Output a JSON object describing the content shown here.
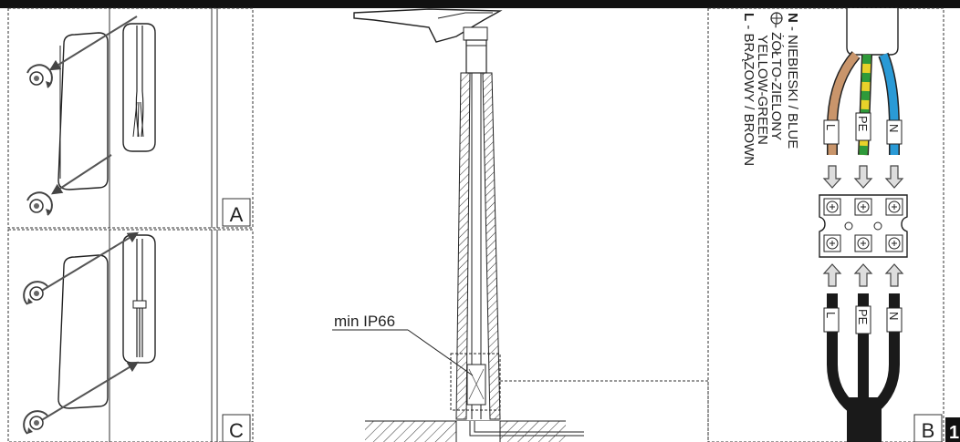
{
  "panels": {
    "a_label": "A",
    "c_label": "C",
    "b_label": "B",
    "page_number": "1"
  },
  "callout": {
    "ip_rating": "min IP66"
  },
  "wire_legend": {
    "n_code": "N",
    "n_text": " - NIEBIESKI / BLUE",
    "pe_text_pl": " - ŻÓŁTO-ZIELONY",
    "pe_text_en": "   YELLOW-GREEN",
    "l_code": "L",
    "l_text": " - BRĄZOWY / BROWN"
  },
  "wire_tags": {
    "l": "L",
    "pe": "PE",
    "n": "N"
  },
  "colors": {
    "brown_wire": "#c9956b",
    "blue_wire": "#2a9ad6",
    "yellow_green_stripe_1": "#e8d22a",
    "yellow_green_stripe_2": "#2e9a3a",
    "black_cable": "#1a1a1a",
    "line": "#222222"
  },
  "icons": [
    "screw-icon",
    "rotate-arrow-icon",
    "ground-symbol-icon",
    "terminal-screw-icon"
  ]
}
